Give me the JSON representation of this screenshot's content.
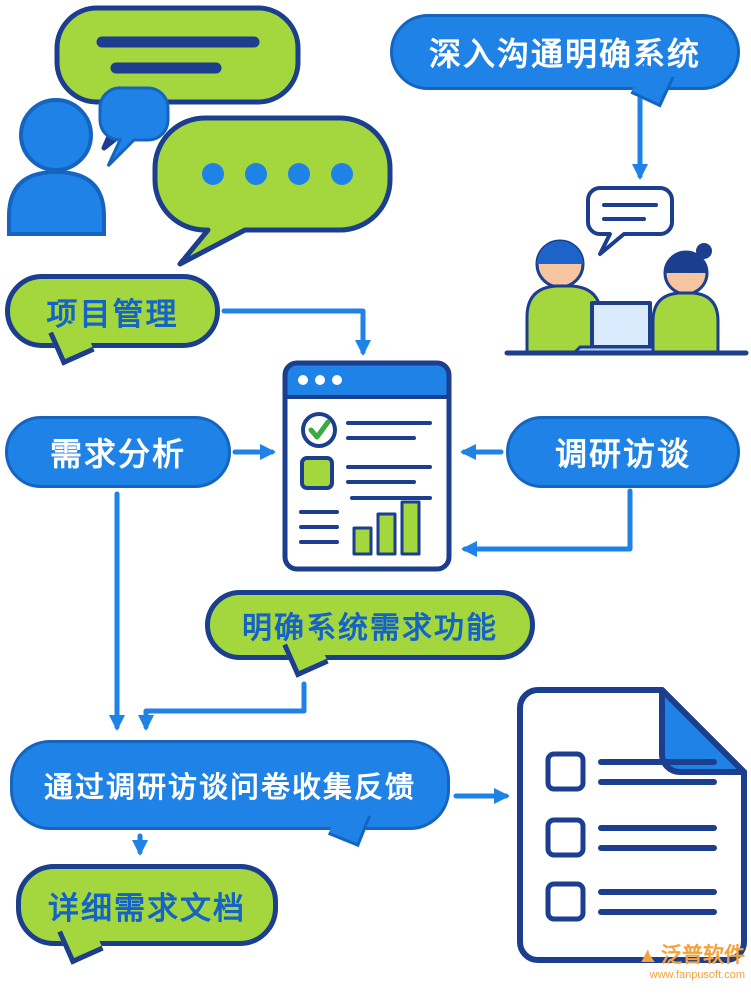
{
  "palette": {
    "blue": "#1E82E6",
    "blue_dark": "#1565C0",
    "green": "#A4D63E",
    "navy": "#1C3E8F",
    "label_blue": "#1464C8",
    "check_green": "#3BA93C",
    "skin": "#F6C49E",
    "hair_blue": "#1E63C8",
    "laptop_screen": "#D9EBFC",
    "laptop_base": "#AFD3F5",
    "wm_orange": "#F2A340"
  },
  "bubbles": {
    "deep_communication": "深入沟通明确系统",
    "project_management": "项目管理",
    "requirement_analysis": "需求分析",
    "research_interview": "调研访谈",
    "clarify_functions": "明确系统需求功能",
    "collect_feedback": "通过调研访谈问卷收集反馈",
    "detailed_document": "详细需求文档"
  },
  "watermark": {
    "brand": "泛普软件",
    "url": "www.fanpusoft.com"
  }
}
